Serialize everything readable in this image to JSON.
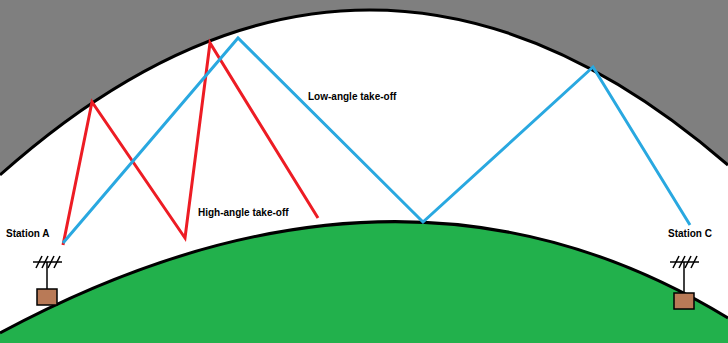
{
  "diagram": {
    "labels": [
      "Station A",
      "Low-angle take-off",
      "High-angle take-off",
      "Station C"
    ]
  }
}
